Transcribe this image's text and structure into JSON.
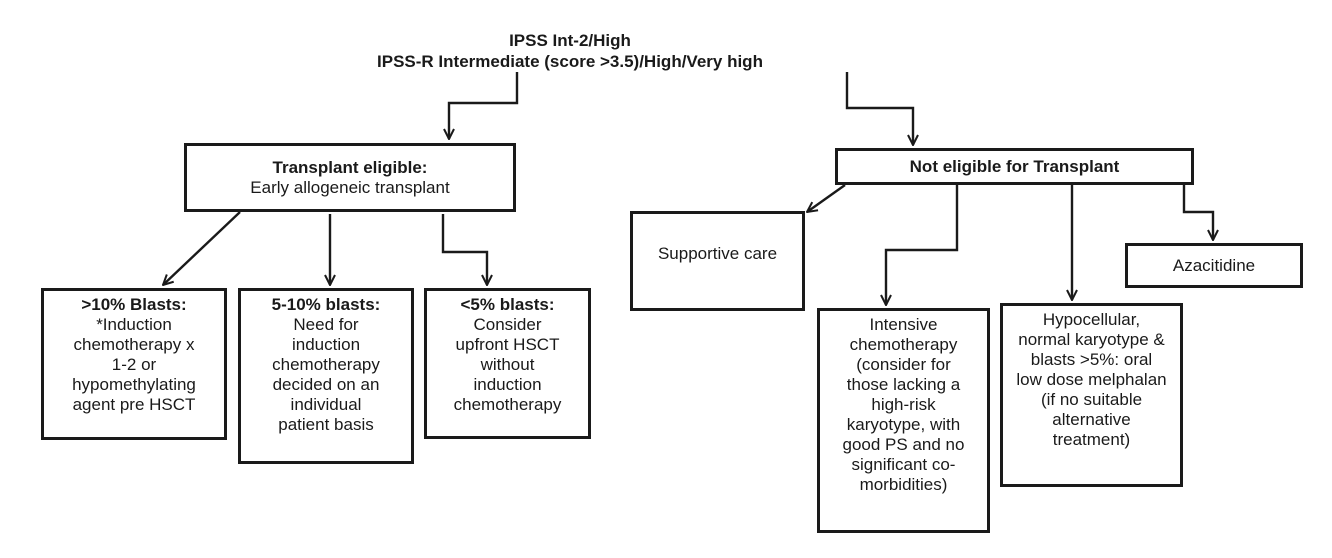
{
  "header": {
    "line1": "IPSS Int-2/High",
    "line2": "IPSS-R Intermediate (score >3.5)/High/Very high"
  },
  "transplant": {
    "heading": "Transplant eligible:",
    "body": "Early allogeneic transplant"
  },
  "not_eligible": {
    "heading": "Not eligible for Transplant"
  },
  "blasts_over_10": {
    "heading": ">10% Blasts:",
    "lines": [
      "*Induction",
      "chemotherapy x",
      "1-2 or",
      "hypomethylating",
      "agent pre HSCT"
    ]
  },
  "blasts_5_10": {
    "heading": "5-10% blasts:",
    "lines": [
      "Need for",
      "induction",
      "chemotherapy",
      "decided on an",
      "individual",
      "patient basis"
    ]
  },
  "blasts_under_5": {
    "heading": "<5% blasts:",
    "lines": [
      "Consider",
      "upfront HSCT",
      "without",
      "induction",
      "chemotherapy"
    ]
  },
  "supportive_care": {
    "label": "Supportive care"
  },
  "azacitidine": {
    "label": "Azacitidine"
  },
  "intensive_chemo": {
    "lines": [
      "Intensive",
      "chemotherapy",
      "(consider for",
      "those lacking a",
      "high-risk",
      "karyotype, with",
      "good PS and no",
      "significant co-",
      "morbidities)"
    ]
  },
  "hypocellular": {
    "lines": [
      "Hypocellular,",
      "normal karyotype &",
      "blasts >5%: oral",
      "low dose melphalan",
      "(if no suitable",
      "alternative",
      "treatment)"
    ]
  }
}
